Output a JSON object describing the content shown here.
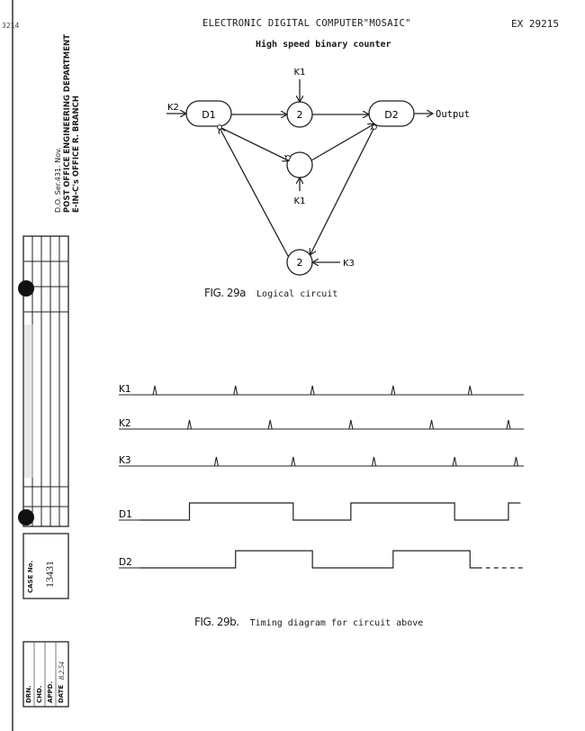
{
  "document": {
    "title": "ELECTRONIC DIGITAL COMPUTER\"MOSAIC\"",
    "subtitle": "High speed binary counter",
    "reference": "EX 29215",
    "page_mark": "3214"
  },
  "margin": {
    "department_line1": "D.O. Ser.431. Nov.",
    "department_line2": "POST OFFICE ENGINEERING DEPARTMENT",
    "department_line3": "E-IN-C's OFFICE   R. BRANCH",
    "case_label": "CASE No.",
    "case_number": "13431",
    "drn_label": "DRN.",
    "chd_label": "CHD.",
    "appd_label": "APPD.",
    "date_label": "DATE",
    "date_value": "8.2.54"
  },
  "fig29a": {
    "label": "FIG. 29a",
    "caption": "Logical circuit",
    "nodes": {
      "d1": "D1",
      "d2": "D2",
      "top_counter": "2",
      "bottom_counter": "2"
    },
    "inputs": {
      "k1_top": "K1",
      "k1_mid": "K1",
      "k2": "K2",
      "k3": "K3"
    },
    "output_label": "Output"
  },
  "fig29b": {
    "label": "FIG. 29b.",
    "caption": "Timing diagram for circuit above",
    "signals": [
      {
        "name": "K1",
        "pulses": [
          0.04,
          0.25,
          0.45,
          0.66,
          0.86
        ]
      },
      {
        "name": "K2",
        "pulses": [
          0.13,
          0.34,
          0.55,
          0.76,
          0.96
        ]
      },
      {
        "name": "K3",
        "pulses": [
          0.2,
          0.4,
          0.61,
          0.82,
          0.98
        ]
      },
      {
        "name": "D1",
        "levels": [
          [
            0,
            0
          ],
          [
            0.13,
            1
          ],
          [
            0.4,
            0
          ],
          [
            0.55,
            1
          ],
          [
            0.82,
            0
          ],
          [
            0.96,
            1
          ]
        ],
        "dashed_tail": true
      },
      {
        "name": "D2",
        "levels": [
          [
            0,
            0
          ],
          [
            0.25,
            1
          ],
          [
            0.45,
            0
          ],
          [
            0.66,
            1
          ],
          [
            0.86,
            0
          ]
        ],
        "dashed_tail": true
      }
    ]
  }
}
